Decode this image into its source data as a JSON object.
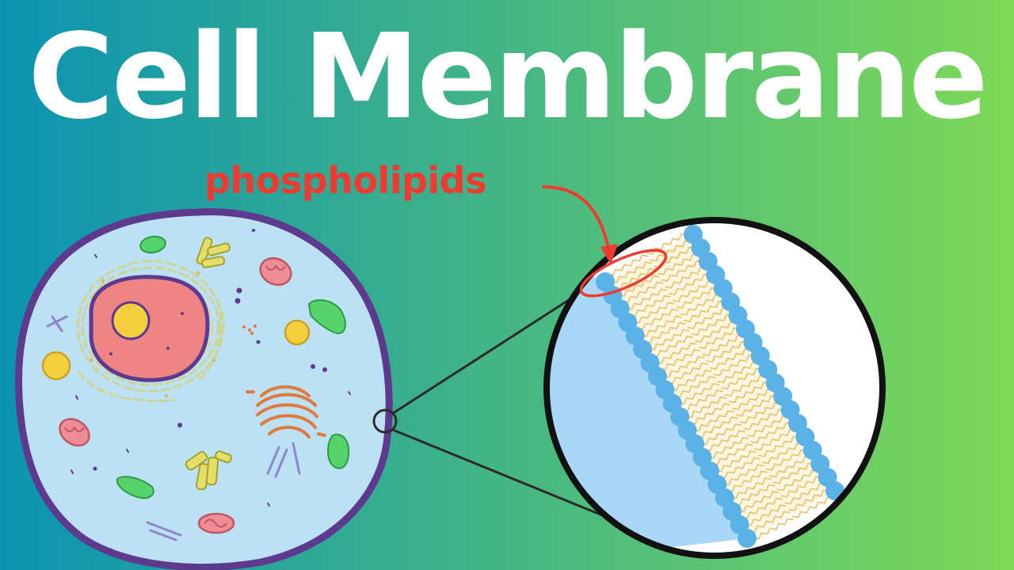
{
  "title": "Cell Membrane",
  "annotation": {
    "label": "phospholipids"
  },
  "colors": {
    "background_left": "#0b93b2",
    "background_right": "#7ed957",
    "title_text": "#ffffff",
    "annotation": "#ef3a32",
    "cytoplasm": "#bde1f4",
    "cell_border": "#5e3a8f",
    "nucleus": "#ef8484",
    "nucleolus": "#f4d03f",
    "phospholipid_head": "#5bb2e6",
    "lipid_tail": "#e8c470",
    "zoom_inside": "#a9d7f7"
  },
  "icons": {
    "cell": "animal-cell-illustration",
    "zoom": "membrane-zoom-circle"
  }
}
